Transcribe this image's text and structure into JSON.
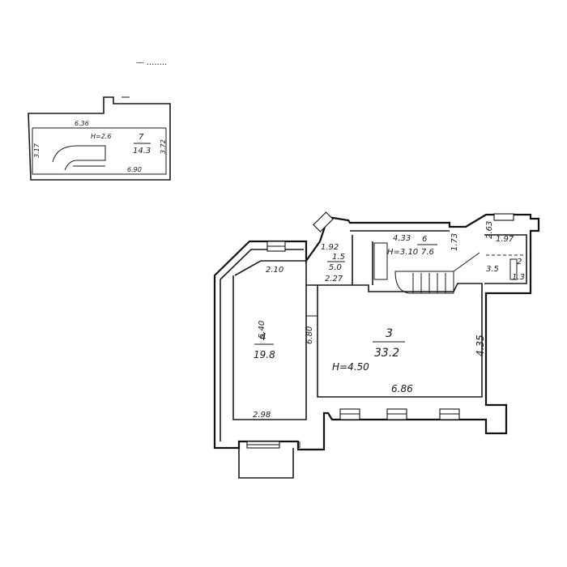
{
  "header_scribble": "— ........",
  "mezzanine": {
    "length_top": "6.36",
    "height": "H=2.6",
    "room_number": "7",
    "room_area": "14.3",
    "width_left": "3.17",
    "width_right": "3.72",
    "length_bottom": "6.90"
  },
  "rooms": {
    "r1": {
      "number": "1",
      "area": "1.5",
      "area2": "5.0",
      "dim_top": "1.92",
      "dim_bottom": "2.27"
    },
    "r2": {
      "number": "2",
      "area": "3.5",
      "area2": "1.3",
      "dim_top": "1.97"
    },
    "r3": {
      "number": "3",
      "area": "33.2",
      "height": "H=4.50",
      "dim_bottom": "6.86",
      "dim_right": "4.35"
    },
    "r4": {
      "number": "4",
      "area": "19.8",
      "dim_top": "2.10",
      "dim_left": "5.40",
      "dim_right": "6.80",
      "dim_bottom": "2.98"
    },
    "r6": {
      "number": "6",
      "area": "7.6",
      "height": "H=3.10",
      "dim_top": "4.33",
      "dim_right": "1.73",
      "dim_extra": "2.63"
    }
  }
}
